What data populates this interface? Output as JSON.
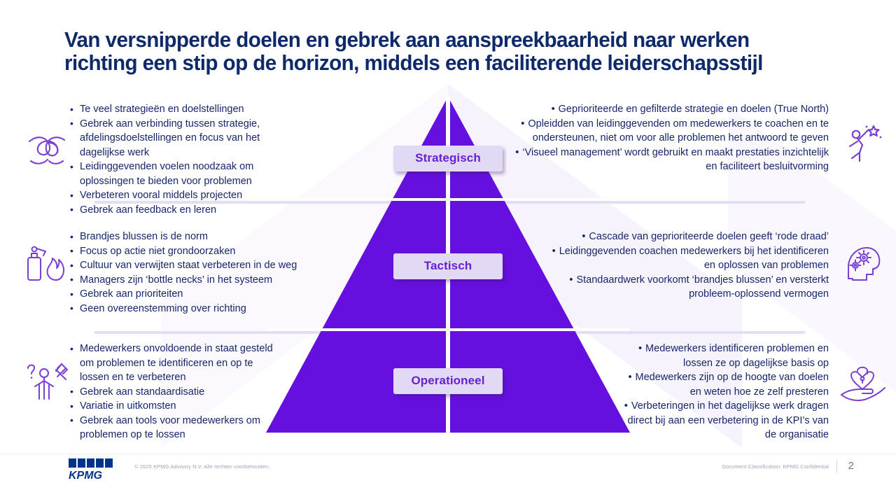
{
  "slide": {
    "title": "Van versnipperde doelen en gebrek aan aanspreekbaarheid naar werken richting een stip op de horizon, middels een faciliterende leiderschapsstijl",
    "colors": {
      "title_blue": "#0f2a6b",
      "body_blue": "#16266b",
      "pyramid_purple": "#6610e0",
      "label_bg": "#e2daf4",
      "label_text": "#6620d0",
      "separator": "#e3ddf6",
      "icon_purple": "#7b3fd4",
      "kpmg_blue": "#00338d"
    }
  },
  "pyramid": {
    "tiers": [
      {
        "label": "Strategisch"
      },
      {
        "label": "Tactisch"
      },
      {
        "label": "Operationeel"
      }
    ]
  },
  "left_column": {
    "heading_icon_1": "knot-icon",
    "heading_icon_2": "fire-extinguisher-icon",
    "heading_icon_3": "person-question-tools-icon",
    "blocks": [
      {
        "bullets": [
          "Te veel strategieën en doelstellingen",
          "Gebrek aan verbinding tussen strategie, afdelingsdoelstellingen en focus van het dagelijkse werk",
          "Leidinggevenden voelen noodzaak om oplossingen te bieden voor problemen",
          "Verbeteren vooral middels projecten",
          "Gebrek aan feedback en leren"
        ]
      },
      {
        "bullets": [
          "Brandjes blussen is de norm",
          "Focus op actie niet grondoorzaken",
          "Cultuur van verwijten staat verbeteren in de weg",
          "Managers zijn ‘bottle necks’ in het systeem",
          "Gebrek aan prioriteiten",
          "Geen overeenstemming over richting"
        ]
      },
      {
        "bullets": [
          "Medewerkers onvoldoende in staat gesteld om problemen te identificeren en op te lossen en te verbeteren",
          "Gebrek aan standaardisatie",
          "Variatie in uitkomsten",
          "Gebrek aan tools voor medewerkers om problemen op te lossen"
        ]
      }
    ]
  },
  "right_column": {
    "heading_icon_1": "person-reaching-star-icon",
    "heading_icon_2": "head-with-gears-icon",
    "heading_icon_3": "heart-lock-on-hand-icon",
    "blocks": [
      {
        "bullets": [
          "Geprioriteerde en gefilterde strategie en doelen (True North)",
          "Opleidden van leidinggevenden om medewerkers te coachen en te ondersteunen, niet om voor alle problemen het antwoord te geven",
          "‘Visueel management’ wordt gebruikt en maakt prestaties inzichtelijk en faciliteert besluitvorming"
        ]
      },
      {
        "bullets": [
          "Cascade van geprioriteerde doelen geeft ‘rode draad’",
          "Leidinggevenden coachen medewerkers bij het identificeren en oplossen van problemen",
          "Standaardwerk voorkomt ‘brandjes blussen’ en versterkt probleem-oplossend vermogen"
        ]
      },
      {
        "bullets": [
          "Medewerkers identificeren problemen en lossen ze op dagelijkse basis op",
          "Medewerkers zijn op de hoogte van doelen en weten hoe ze zelf presteren",
          "Verbeteringen in het dagelijkse werk dragen direct bij aan een verbetering in de KPI’s van de organisatie"
        ]
      }
    ]
  },
  "footer": {
    "logo_text": "KPMG",
    "copyright": "© 2025 KPMG Advisory N.V. Alle rechten voorbehouden.",
    "classification": "Document Classification: KPMG Confidential",
    "page_number": "2"
  }
}
